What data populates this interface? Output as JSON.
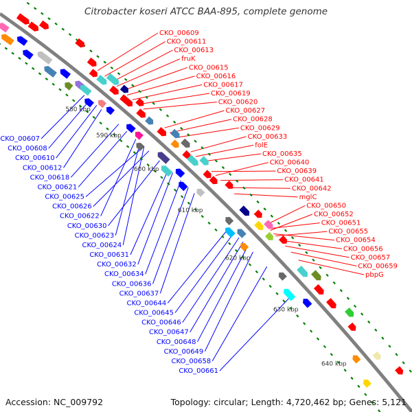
{
  "title": "Citrobacter koseri ATCC BAA-895, complete genome",
  "footer": {
    "accession": "Accession: NC_009792",
    "summary": "Topology: circular; Length: 4,720,462 bp; Genes: 5,121"
  },
  "colors": {
    "forward": "#ff0000",
    "reverse": "#0000ff",
    "backbone": "#808080",
    "tick": "#008000"
  },
  "ticks": [
    {
      "label": "580 kbp",
      "t": 0.236
    },
    {
      "label": "590 kbp",
      "t": 0.312
    },
    {
      "label": "600 kbp",
      "t": 0.405
    },
    {
      "label": "610 kbp",
      "t": 0.513
    },
    {
      "label": "620 kbp",
      "t": 0.63
    },
    {
      "label": "630 kbp",
      "t": 0.748
    },
    {
      "label": "640 kbp",
      "t": 0.866
    }
  ],
  "labels_forward": [
    {
      "text": "CKO_00609",
      "t": 0.216
    },
    {
      "text": "CKO_00611",
      "t": 0.233
    },
    {
      "text": "CKO_00613",
      "t": 0.25
    },
    {
      "text": "fruK",
      "t": 0.262
    },
    {
      "text": "CKO_00615",
      "t": 0.275
    },
    {
      "text": "CKO_00616",
      "t": 0.287
    },
    {
      "text": "CKO_00617",
      "t": 0.3
    },
    {
      "text": "CKO_00619",
      "t": 0.313
    },
    {
      "text": "CKO_00620",
      "t": 0.326
    },
    {
      "text": "CKO_00627",
      "t": 0.377
    },
    {
      "text": "CKO_00628",
      "t": 0.39
    },
    {
      "text": "CKO_00629",
      "t": 0.403
    },
    {
      "text": "CKO_00633",
      "t": 0.44
    },
    {
      "text": "folE",
      "t": 0.452
    },
    {
      "text": "CKO_00635",
      "t": 0.465
    },
    {
      "text": "CKO_00640",
      "t": 0.5
    },
    {
      "text": "CKO_00639",
      "t": 0.49
    },
    {
      "text": "CKO_00641",
      "t": 0.512
    },
    {
      "text": "CKO_00642",
      "t": 0.53
    },
    {
      "text": "mglC",
      "t": 0.545
    },
    {
      "text": "CKO_00650",
      "t": 0.62
    },
    {
      "text": "CKO_00652",
      "t": 0.632
    },
    {
      "text": "CKO_00651",
      "t": 0.628
    },
    {
      "text": "CKO_00655",
      "t": 0.645
    },
    {
      "text": "CKO_00654",
      "t": 0.64
    },
    {
      "text": "CKO_00656",
      "t": 0.655
    },
    {
      "text": "CKO_00657",
      "t": 0.668
    },
    {
      "text": "CKO_00659",
      "t": 0.682
    },
    {
      "text": "pbpG",
      "t": 0.7
    }
  ],
  "labels_reverse": [
    {
      "text": "CKO_00607",
      "t": 0.226
    },
    {
      "text": "CKO_00608",
      "t": 0.24
    },
    {
      "text": "CKO_00610",
      "t": 0.256
    },
    {
      "text": "CKO_00612",
      "t": 0.268
    },
    {
      "text": "CKO_00618",
      "t": 0.31
    },
    {
      "text": "CKO_00621",
      "t": 0.33
    },
    {
      "text": "CKO_00625",
      "t": 0.372
    },
    {
      "text": "CKO_00626",
      "t": 0.384
    },
    {
      "text": "CKO_00622",
      "t": 0.352
    },
    {
      "text": "CKO_00630",
      "t": 0.41
    },
    {
      "text": "CKO_00623",
      "t": 0.362
    },
    {
      "text": "CKO_00624",
      "t": 0.372
    },
    {
      "text": "CKO_00631",
      "t": 0.432
    },
    {
      "text": "CKO_00632",
      "t": 0.442
    },
    {
      "text": "CKO_00634",
      "t": 0.462
    },
    {
      "text": "CKO_00636",
      "t": 0.48
    },
    {
      "text": "CKO_00637",
      "t": 0.495
    },
    {
      "text": "CKO_00644",
      "t": 0.58
    },
    {
      "text": "CKO_00645",
      "t": 0.592
    },
    {
      "text": "CKO_00646",
      "t": 0.604
    },
    {
      "text": "CKO_00647",
      "t": 0.614
    },
    {
      "text": "CKO_00648",
      "t": 0.625
    },
    {
      "text": "CKO_00649",
      "t": 0.638
    },
    {
      "text": "CKO_00658",
      "t": 0.672
    },
    {
      "text": "CKO_00661",
      "t": 0.735
    }
  ],
  "features_forward": [
    {
      "t": 0.045,
      "ring": 1,
      "w": 10,
      "color": "#ff0000"
    },
    {
      "t": 0.07,
      "ring": 1,
      "w": 8,
      "color": "#ff0000"
    },
    {
      "t": 0.085,
      "ring": 2,
      "w": 7,
      "color": "#ff0000"
    },
    {
      "t": 0.16,
      "ring": 3,
      "w": 7,
      "color": "#ff0000"
    },
    {
      "t": 0.2,
      "ring": 2,
      "w": 7,
      "color": "#ff0000"
    },
    {
      "t": 0.215,
      "ring": 1,
      "w": 6,
      "color": "#ff0000"
    },
    {
      "t": 0.235,
      "ring": 1,
      "w": 8,
      "color": "#48d1cc"
    },
    {
      "t": 0.25,
      "ring": 2,
      "w": 10,
      "color": "#48d1cc"
    },
    {
      "t": 0.265,
      "ring": 1,
      "w": 7,
      "color": "#ff0000"
    },
    {
      "t": 0.278,
      "ring": 2,
      "w": 6,
      "color": "#00008b"
    },
    {
      "t": 0.29,
      "ring": 1,
      "w": 7,
      "color": "#ff0000"
    },
    {
      "t": 0.3,
      "ring": 1,
      "w": 6,
      "color": "#ff0000"
    },
    {
      "t": 0.315,
      "ring": 2,
      "w": 6,
      "color": "#ff0000"
    },
    {
      "t": 0.33,
      "ring": 1,
      "w": 7,
      "color": "#ff0000"
    },
    {
      "t": 0.35,
      "ring": 1,
      "w": 6,
      "color": "#4682b4"
    },
    {
      "t": 0.38,
      "ring": 1,
      "w": 7,
      "color": "#ff0000"
    },
    {
      "t": 0.4,
      "ring": 2,
      "w": 7,
      "color": "#4682b4"
    },
    {
      "t": 0.412,
      "ring": 1,
      "w": 6,
      "color": "#ff8c00"
    },
    {
      "t": 0.425,
      "ring": 2,
      "w": 7,
      "color": "#696969"
    },
    {
      "t": 0.44,
      "ring": 1,
      "w": 6,
      "color": "#ff0000"
    },
    {
      "t": 0.455,
      "ring": 1,
      "w": 9,
      "color": "#48d1cc"
    },
    {
      "t": 0.47,
      "ring": 2,
      "w": 7,
      "color": "#48d1cc"
    },
    {
      "t": 0.49,
      "ring": 1,
      "w": 6,
      "color": "#ff0000"
    },
    {
      "t": 0.505,
      "ring": 1,
      "w": 6,
      "color": "#ff0000"
    },
    {
      "t": 0.53,
      "ring": 2,
      "w": 6,
      "color": "#ff0000"
    },
    {
      "t": 0.58,
      "ring": 1,
      "w": 8,
      "color": "#00008b"
    },
    {
      "t": 0.6,
      "ring": 2,
      "w": 6,
      "color": "#ff0000"
    },
    {
      "t": 0.615,
      "ring": 1,
      "w": 7,
      "color": "#ffd700"
    },
    {
      "t": 0.625,
      "ring": 2,
      "w": 7,
      "color": "#ff69b4"
    },
    {
      "t": 0.64,
      "ring": 1,
      "w": 6,
      "color": "#9acd32"
    },
    {
      "t": 0.66,
      "ring": 2,
      "w": 6,
      "color": "#ff0000"
    },
    {
      "t": 0.72,
      "ring": 1,
      "w": 9,
      "color": "#48d1cc"
    },
    {
      "t": 0.74,
      "ring": 2,
      "w": 8,
      "color": "#6b8e23"
    },
    {
      "t": 0.76,
      "ring": 1,
      "w": 8,
      "color": "#ff0000"
    },
    {
      "t": 0.79,
      "ring": 1,
      "w": 8,
      "color": "#ff0000"
    },
    {
      "t": 0.82,
      "ring": 2,
      "w": 7,
      "color": "#32cd32"
    },
    {
      "t": 0.84,
      "ring": 1,
      "w": 6,
      "color": "#ff0000"
    },
    {
      "t": 0.9,
      "ring": 1,
      "w": 6,
      "color": "#eee8aa"
    },
    {
      "t": 0.94,
      "ring": 2,
      "w": 6,
      "color": "#ff0000"
    }
  ],
  "features_reverse": [
    {
      "t": 0.02,
      "ring": 1,
      "w": 8,
      "color": "#ff69b4"
    },
    {
      "t": 0.04,
      "ring": 2,
      "w": 10,
      "color": "#ff8c00"
    },
    {
      "t": 0.065,
      "ring": 1,
      "w": 8,
      "color": "#0000ff"
    },
    {
      "t": 0.09,
      "ring": 2,
      "w": 8,
      "color": "#0000ff"
    },
    {
      "t": 0.12,
      "ring": 1,
      "w": 12,
      "color": "#c0c0c0"
    },
    {
      "t": 0.145,
      "ring": 2,
      "w": 10,
      "color": "#4682b4"
    },
    {
      "t": 0.17,
      "ring": 1,
      "w": 8,
      "color": "#0000ff"
    },
    {
      "t": 0.19,
      "ring": 2,
      "w": 6,
      "color": "#6b8e23"
    },
    {
      "t": 0.205,
      "ring": 1,
      "w": 7,
      "color": "#9370db"
    },
    {
      "t": 0.22,
      "ring": 1,
      "w": 9,
      "color": "#48d1cc"
    },
    {
      "t": 0.24,
      "ring": 2,
      "w": 7,
      "color": "#0000ff"
    },
    {
      "t": 0.26,
      "ring": 1,
      "w": 6,
      "color": "#f08080"
    },
    {
      "t": 0.28,
      "ring": 1,
      "w": 6,
      "color": "#0000ff"
    },
    {
      "t": 0.33,
      "ring": 1,
      "w": 7,
      "color": "#0000ff"
    },
    {
      "t": 0.35,
      "ring": 1,
      "w": 6,
      "color": "#ff1493"
    },
    {
      "t": 0.365,
      "ring": 2,
      "w": 6,
      "color": "#696969"
    },
    {
      "t": 0.41,
      "ring": 1,
      "w": 10,
      "color": "#483d8b"
    },
    {
      "t": 0.43,
      "ring": 2,
      "w": 9,
      "color": "#48d1cc"
    },
    {
      "t": 0.45,
      "ring": 1,
      "w": 7,
      "color": "#0000ff"
    },
    {
      "t": 0.47,
      "ring": 2,
      "w": 7,
      "color": "#0000ff"
    },
    {
      "t": 0.5,
      "ring": 1,
      "w": 6,
      "color": "#c0c0c0"
    },
    {
      "t": 0.57,
      "ring": 1,
      "w": 6,
      "color": "#696969"
    },
    {
      "t": 0.585,
      "ring": 2,
      "w": 8,
      "color": "#00bfff"
    },
    {
      "t": 0.6,
      "ring": 1,
      "w": 7,
      "color": "#4682b4"
    },
    {
      "t": 0.62,
      "ring": 2,
      "w": 6,
      "color": "#ff8c00"
    },
    {
      "t": 0.7,
      "ring": 1,
      "w": 6,
      "color": "#696969"
    },
    {
      "t": 0.73,
      "ring": 2,
      "w": 10,
      "color": "#00ffff"
    },
    {
      "t": 0.76,
      "ring": 1,
      "w": 7,
      "color": "#0000ff"
    },
    {
      "t": 0.88,
      "ring": 1,
      "w": 6,
      "color": "#ff8c00"
    },
    {
      "t": 0.92,
      "ring": 2,
      "w": 6,
      "color": "#ffd700"
    }
  ]
}
